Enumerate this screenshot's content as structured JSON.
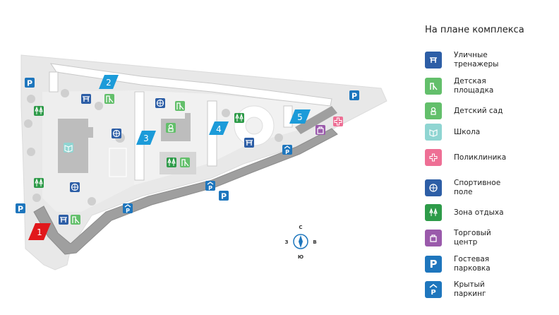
{
  "legend": {
    "title": "На плане комплекса",
    "items": [
      {
        "label": "Уличные тренажеры",
        "icon": "street-workout-icon",
        "color": "#2d5ea6"
      },
      {
        "label": "Детская площадка",
        "icon": "playground-icon",
        "color": "#63bf6b"
      },
      {
        "label": "Детский сад",
        "icon": "kindergarten-icon",
        "color": "#63bf6b"
      },
      {
        "label": "Школа",
        "icon": "school-icon",
        "color": "#8fd5d2"
      },
      {
        "label": "Поликлиника",
        "icon": "clinic-icon",
        "color": "#ee6f95"
      },
      {
        "label": "Спортивное поле",
        "icon": "sports-field-icon",
        "color": "#2d5ea6"
      },
      {
        "label": "Зона отдыха",
        "icon": "recreation-icon",
        "color": "#2e9b49"
      },
      {
        "label": "Торговый центр",
        "icon": "shopping-icon",
        "color": "#9a5aab"
      },
      {
        "label": "Гостевая парковка",
        "icon": "guest-parking-icon",
        "color": "#1e76bd"
      },
      {
        "label": "Крытый паркинг",
        "icon": "covered-parking-icon",
        "color": "#1e76bd"
      }
    ]
  },
  "buildings": [
    {
      "number": "1",
      "color": "#e1171b"
    },
    {
      "number": "2",
      "color": "#1c9bd9"
    },
    {
      "number": "3",
      "color": "#1c9bd9"
    },
    {
      "number": "4",
      "color": "#1c9bd9"
    },
    {
      "number": "5",
      "color": "#1c9bd9"
    }
  ],
  "compass": {
    "north": "С",
    "south": "Ю",
    "west": "З",
    "east": "В"
  }
}
